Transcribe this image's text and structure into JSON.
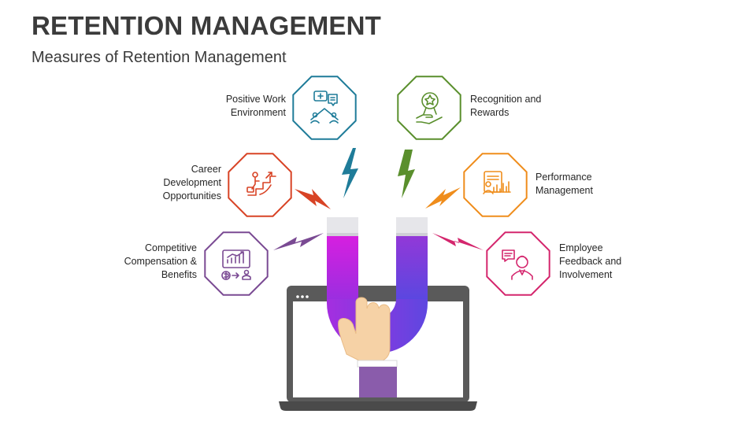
{
  "header": {
    "title": "RETENTION MANAGEMENT",
    "subtitle": "Measures of Retention Management"
  },
  "colors": {
    "positive_work": "#1f7c99",
    "recognition": "#5a8f2d",
    "career": "#d84325",
    "performance": "#ef8d1c",
    "compensation": "#7a4a93",
    "feedback": "#d4266d",
    "magnet_left": "#c81ad8",
    "magnet_right": "#6a40d8",
    "laptop": "#555555"
  },
  "measures": [
    {
      "id": "positive-work",
      "label_lines": [
        "Positive Work",
        "Environment"
      ],
      "icon": "team-chat-icon",
      "color_key": "positive_work"
    },
    {
      "id": "recognition",
      "label_lines": [
        "Recognition and",
        "Rewards"
      ],
      "icon": "award-hand-icon",
      "color_key": "recognition"
    },
    {
      "id": "career",
      "label_lines": [
        "Career",
        "Development",
        "Opportunities"
      ],
      "icon": "career-stairs-icon",
      "color_key": "career"
    },
    {
      "id": "performance",
      "label_lines": [
        "Performance",
        "Management"
      ],
      "icon": "performance-chart-icon",
      "color_key": "performance"
    },
    {
      "id": "compensation",
      "label_lines": [
        "Competitive",
        "Compensation &",
        "Benefits"
      ],
      "icon": "compensation-icon",
      "color_key": "compensation"
    },
    {
      "id": "feedback",
      "label_lines": [
        "Employee",
        "Feedback and",
        "Involvement"
      ],
      "icon": "feedback-person-icon",
      "color_key": "feedback"
    }
  ]
}
